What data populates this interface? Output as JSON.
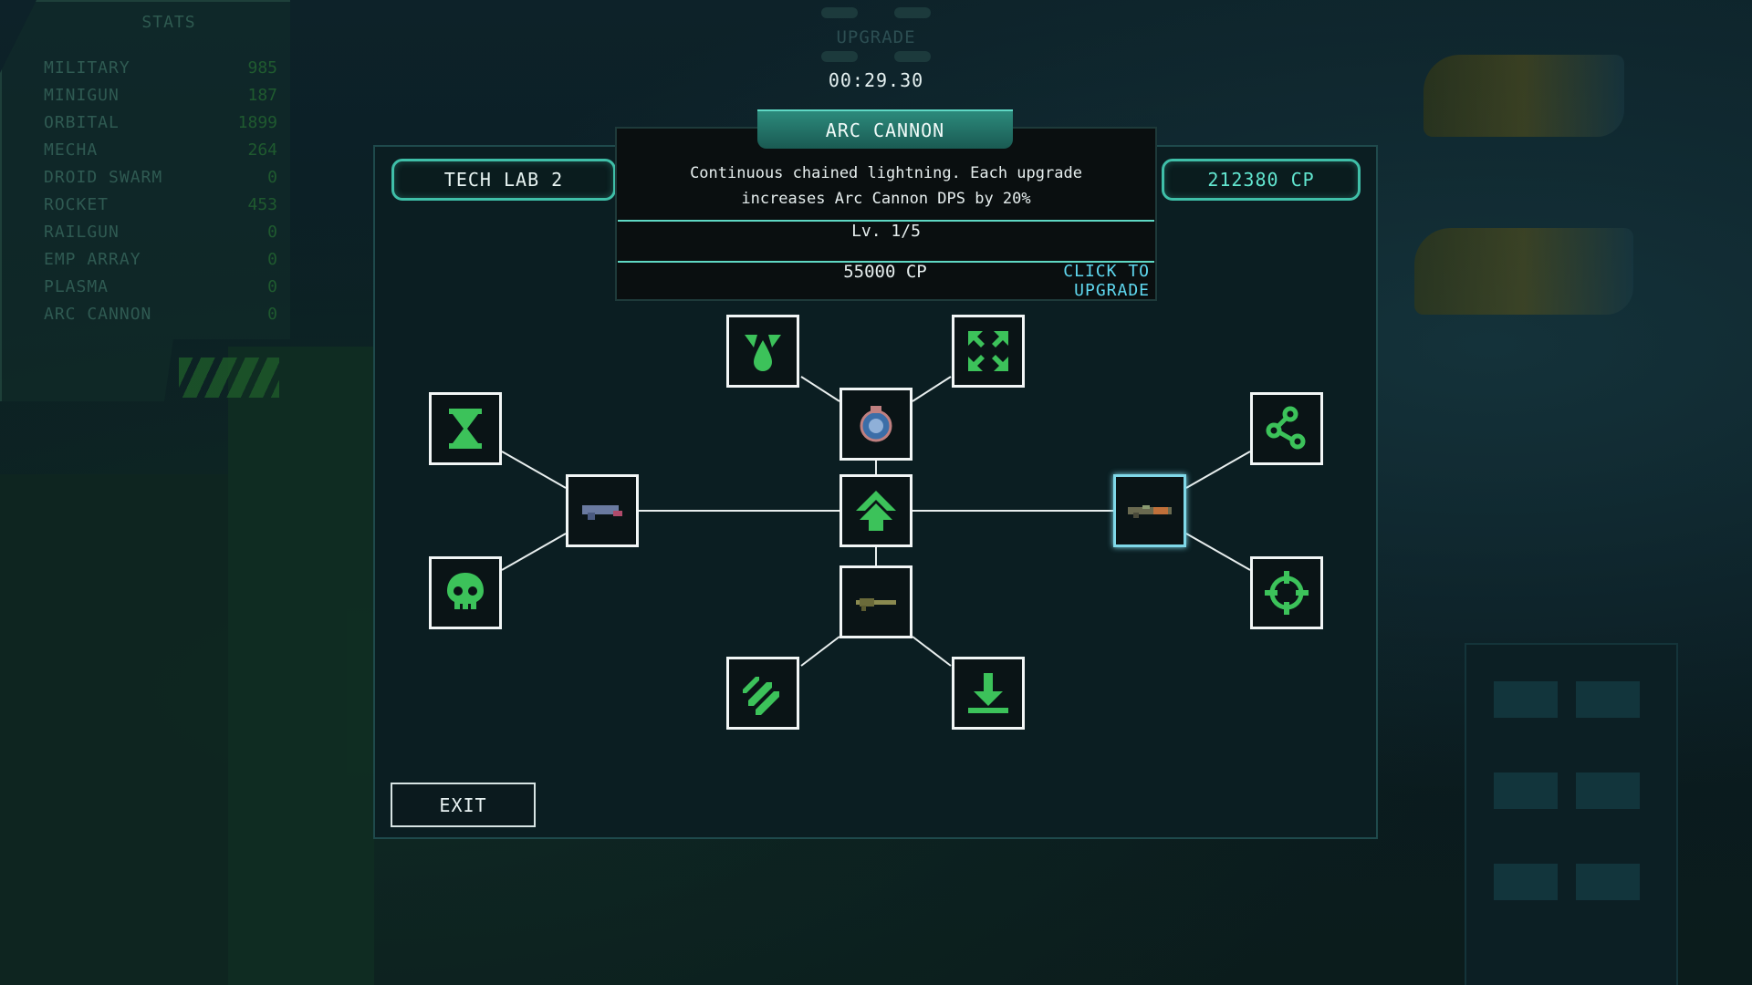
{
  "stats": {
    "title": "STATS",
    "rows": [
      {
        "name": "MILITARY",
        "value": "985"
      },
      {
        "name": "MINIGUN",
        "value": "187"
      },
      {
        "name": "ORBITAL",
        "value": "1899"
      },
      {
        "name": "MECHA",
        "value": "264"
      },
      {
        "name": "DROID SWARM",
        "value": "0"
      },
      {
        "name": "ROCKET",
        "value": "453"
      },
      {
        "name": "RAILGUN",
        "value": "0"
      },
      {
        "name": "EMP ARRAY",
        "value": "0"
      },
      {
        "name": "PLASMA",
        "value": "0"
      },
      {
        "name": "ARC CANNON",
        "value": "0"
      }
    ]
  },
  "header": {
    "upgrade_label": "UPGRADE",
    "timer": "00:29.30"
  },
  "tech_lab": {
    "name": "TECH LAB 2",
    "cp_balance": "212380 CP",
    "exit_label": "EXIT"
  },
  "tooltip": {
    "title": "ARC CANNON",
    "description_line1": "Continuous chained lightning. Each upgrade",
    "description_line2": "increases Arc Cannon DPS by 20%",
    "level": "Lv. 1/5",
    "cost": "55000 CP",
    "action": "CLICK TO UPGRADE"
  },
  "tree": {
    "nodes": [
      {
        "id": "center",
        "icon": "arrow-up-icon"
      },
      {
        "id": "top",
        "icon": "droid-orb-icon"
      },
      {
        "id": "top-left",
        "icon": "bomb-drop-icon"
      },
      {
        "id": "top-right",
        "icon": "expand-icon"
      },
      {
        "id": "bottom",
        "icon": "railgun-icon"
      },
      {
        "id": "bottom-left",
        "icon": "bullets-icon"
      },
      {
        "id": "bottom-right",
        "icon": "download-icon"
      },
      {
        "id": "left",
        "icon": "plasma-gun-icon"
      },
      {
        "id": "left-top",
        "icon": "hourglass-icon"
      },
      {
        "id": "left-bottom",
        "icon": "skull-icon"
      },
      {
        "id": "right",
        "icon": "arc-cannon-icon",
        "selected": true
      },
      {
        "id": "right-top",
        "icon": "share-icon"
      },
      {
        "id": "right-bottom",
        "icon": "crosshair-icon"
      }
    ]
  },
  "colors": {
    "accent": "#3fbfa8",
    "icon_green": "#3cc25a",
    "action_blue": "#5fd8f0"
  }
}
